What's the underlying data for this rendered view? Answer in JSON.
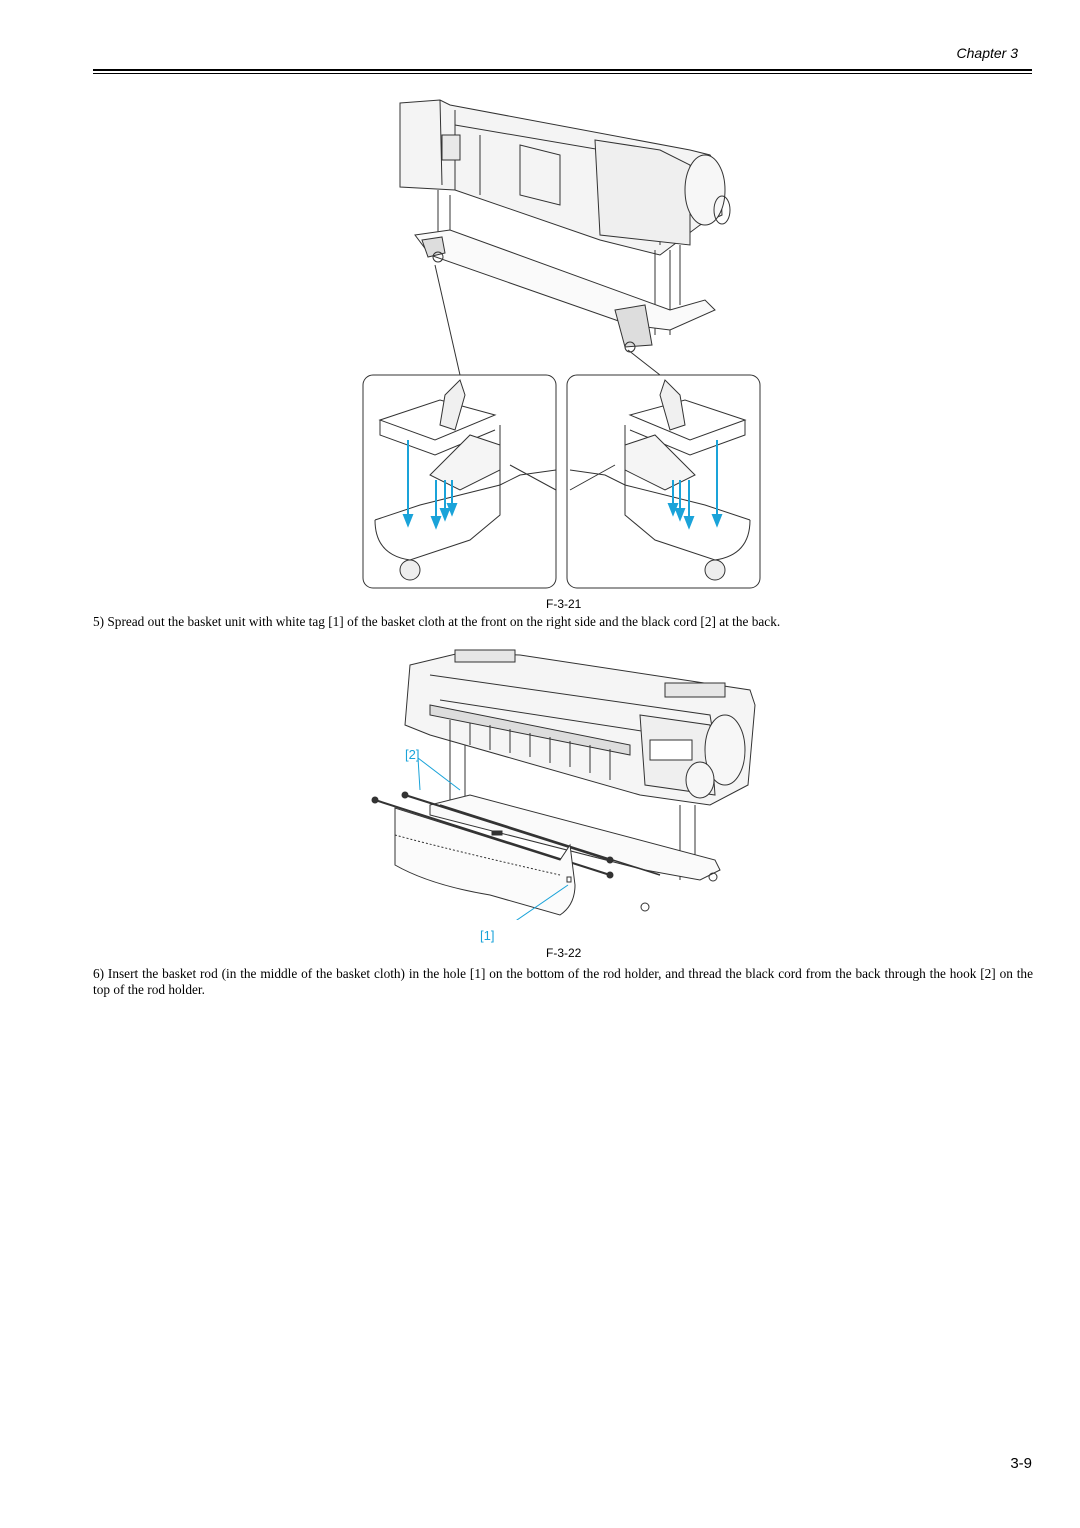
{
  "header": {
    "chapter": "Chapter 3"
  },
  "figures": [
    {
      "id": "F-3-21",
      "caption": "F-3-21"
    },
    {
      "id": "F-3-22",
      "caption": "F-3-22",
      "callouts": [
        "[1]",
        "[2]"
      ]
    }
  ],
  "steps": [
    {
      "text": "5) Spread out the basket unit with white tag [1] of the basket cloth at the front on the right side and the black cord [2] at the back."
    },
    {
      "text": "6) Insert the basket rod (in the middle of the basket cloth) in the hole [1] on the bottom of the rod holder, and thread the black cord from the back through the hook [2] on the top of the rod holder."
    }
  ],
  "footer": {
    "page_number": "3-9"
  },
  "colors": {
    "callout": "#1aa3d9",
    "line": "#333333"
  }
}
